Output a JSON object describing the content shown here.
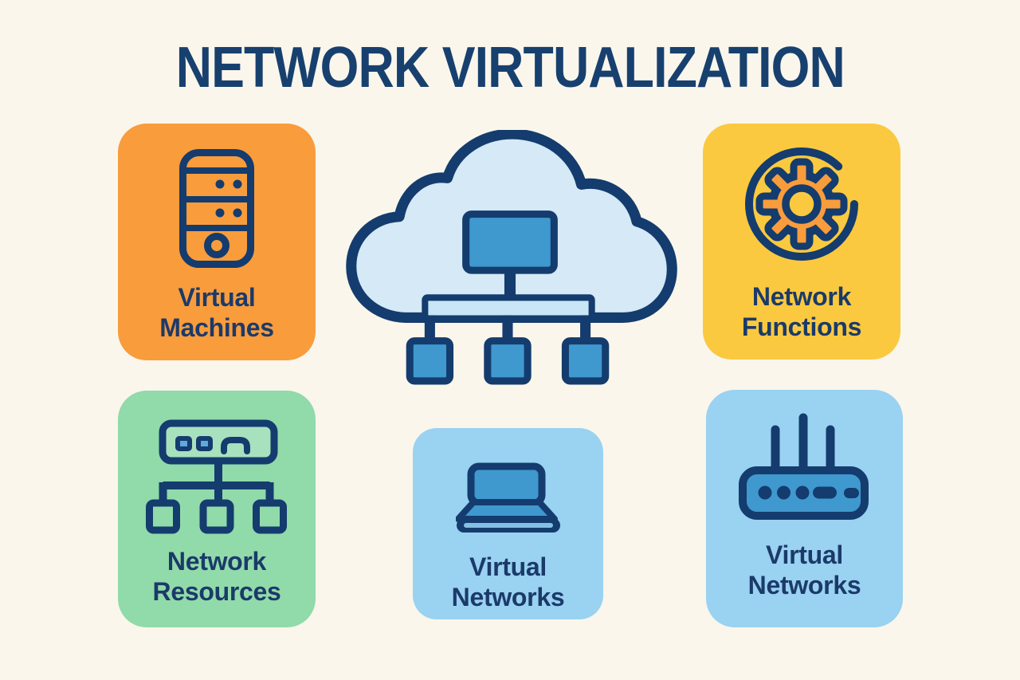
{
  "title": "NETWORK VIRTUALIZATION",
  "colors": {
    "background": "#FAF6EB",
    "navy_text": "#1B3A69",
    "navy_stroke": "#143C6E",
    "orange": "#F99C3C",
    "yellow": "#FBC93F",
    "green": "#91DAAA",
    "light_blue": "#9AD2F1",
    "cloud_fill": "#D5E9F6",
    "mid_blue": "#3F98CE",
    "bus_fill": "#C9E6F6",
    "switch_fill": "#A8E1BD",
    "port_blue": "#5FA9DE",
    "laptop_stripe": "#85BFE5"
  },
  "center_graphic": {
    "name": "cloud-network-icon"
  },
  "cards": [
    {
      "id": "virtual-machines",
      "icon": "server-icon",
      "color": "#F99C3C",
      "label_lines": [
        "Virtual",
        "Machines"
      ]
    },
    {
      "id": "network-functions",
      "icon": "gear-icon",
      "color": "#FBC93F",
      "label_lines": [
        "Network",
        "Functions"
      ]
    },
    {
      "id": "network-resources",
      "icon": "switch-tree-icon",
      "color": "#91DAAA",
      "label_lines": [
        "Network",
        "Resources"
      ]
    },
    {
      "id": "virtual-networks-laptop",
      "icon": "laptop-icon",
      "color": "#9AD2F1",
      "label_lines": [
        "Virtual",
        "Networks"
      ]
    },
    {
      "id": "virtual-networks-router",
      "icon": "router-icon",
      "color": "#9AD2F1",
      "label_lines": [
        "Virtual",
        "Networks"
      ]
    }
  ]
}
